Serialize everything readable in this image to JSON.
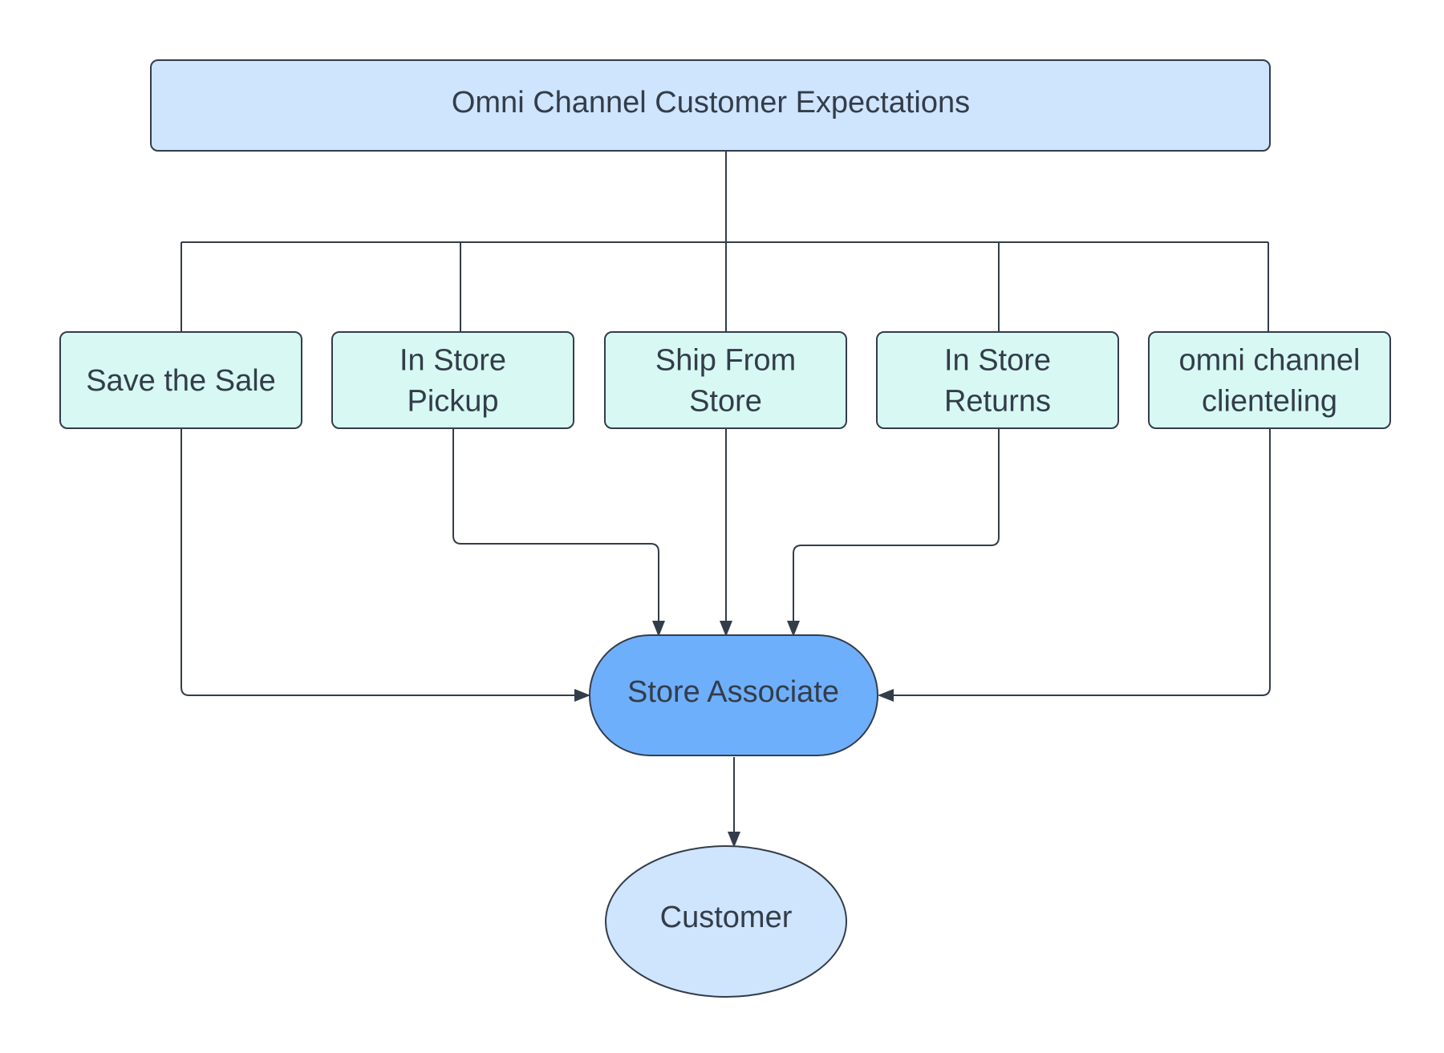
{
  "diagram": {
    "title": "Omni Channel Customer Expectations",
    "channels": [
      {
        "lines": [
          "Save the Sale"
        ]
      },
      {
        "lines": [
          "In Store",
          "Pickup"
        ]
      },
      {
        "lines": [
          "Ship From",
          "Store"
        ]
      },
      {
        "lines": [
          "In Store",
          "Returns"
        ]
      },
      {
        "lines": [
          "omni channel",
          "clienteling"
        ]
      }
    ],
    "hub": "Store Associate",
    "endpoint": "Customer"
  },
  "colors": {
    "title_fill": "#cfe4fd",
    "channel_fill": "#d7f8f3",
    "hub_fill": "#6eaffc",
    "endpoint_fill": "#cfe4fd",
    "stroke": "#333d4a",
    "text": "#333d4a"
  }
}
